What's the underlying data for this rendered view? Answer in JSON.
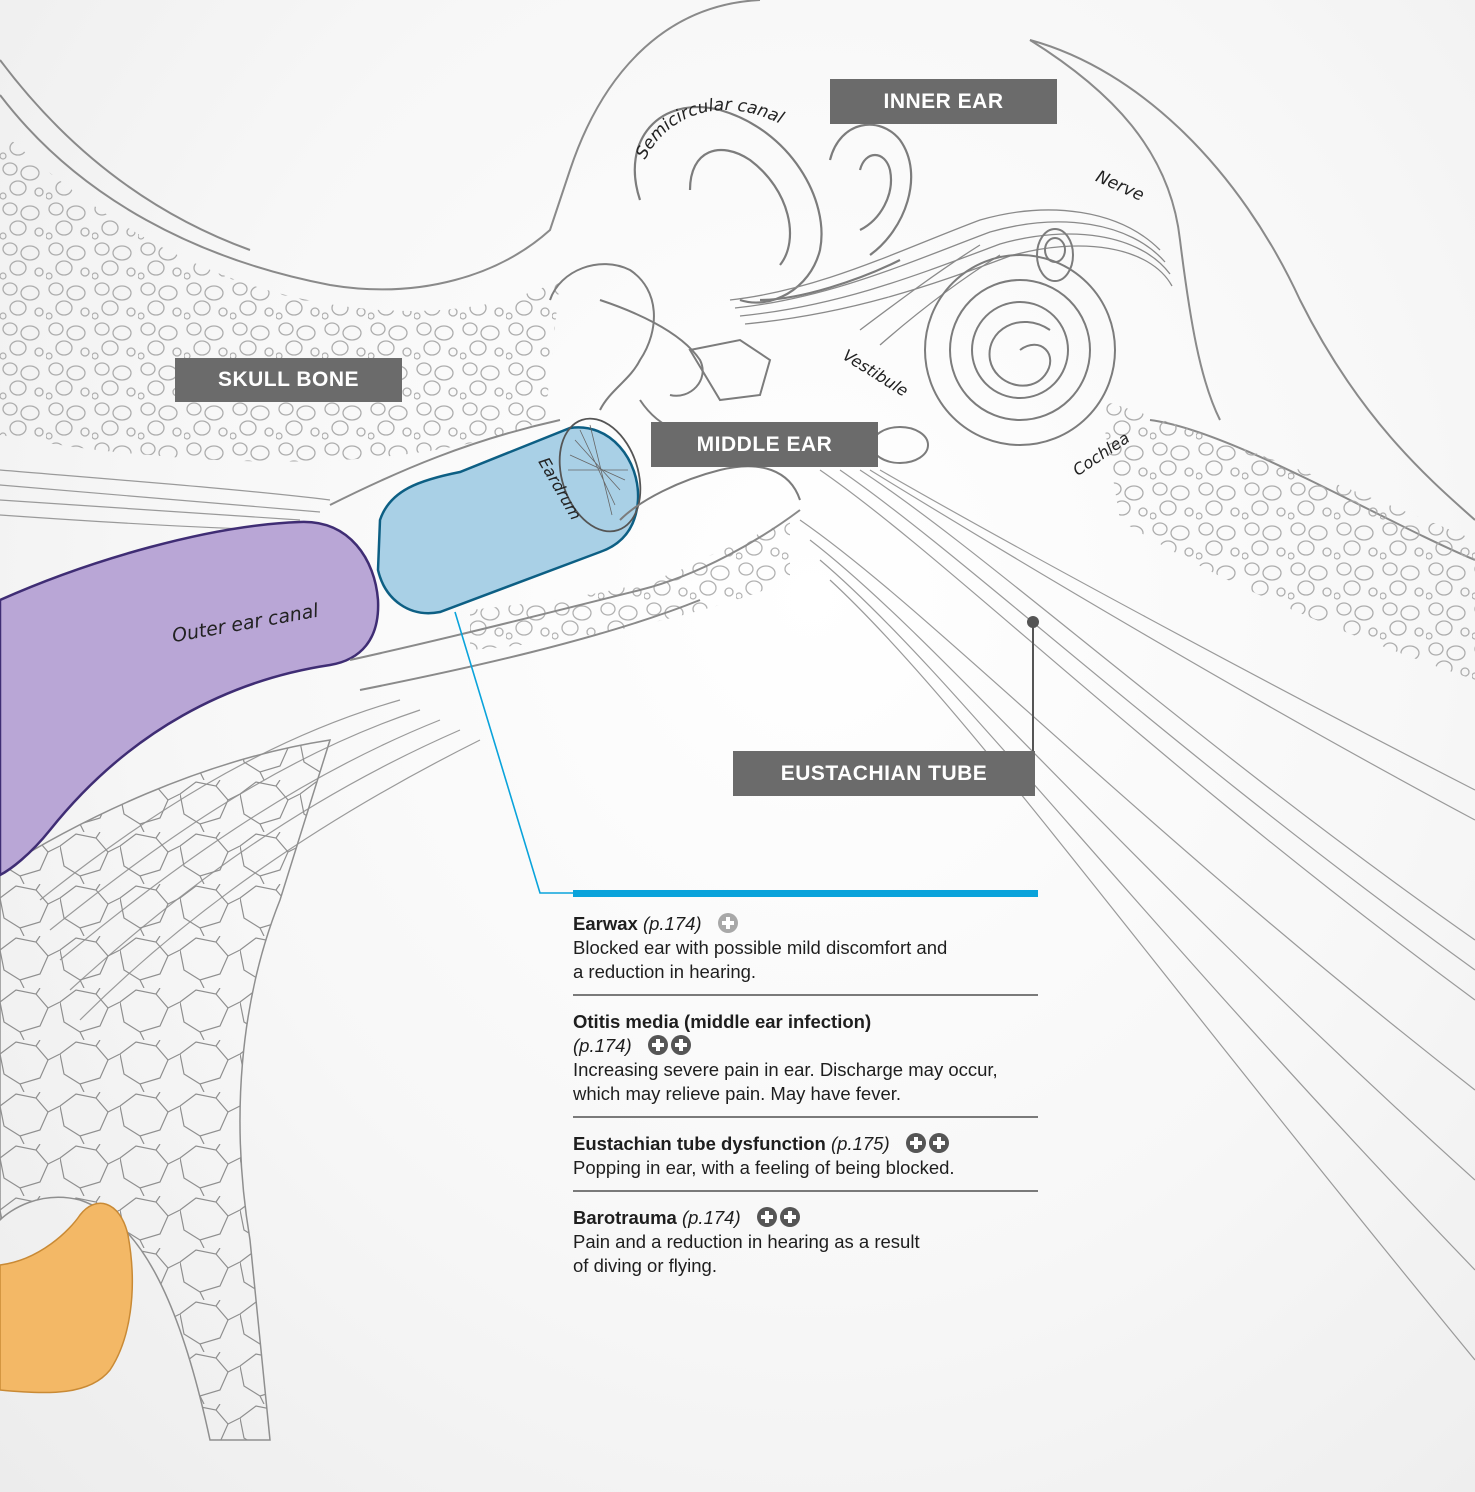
{
  "labels": {
    "inner_ear": "INNER EAR",
    "skull_bone": "SKULL BONE",
    "middle_ear": "MIDDLE EAR",
    "eustachian_tube": "EUSTACHIAN TUBE"
  },
  "anatomy": {
    "semicircular_canal": "Semicircular canal",
    "nerve": "Nerve",
    "vestibule": "Vestibule",
    "cochlea": "Cochlea",
    "eardrum": "Eardrum",
    "outer_ear_canal": "Outer ear canal"
  },
  "conditions": [
    {
      "name": "Earwax",
      "ref": "(p.174)",
      "severity": 1,
      "severity_icon": "light-plus-icon",
      "desc1": "Blocked ear with possible mild discomfort and",
      "desc2": "a reduction in hearing."
    },
    {
      "name": "Otitis media (middle ear infection)",
      "ref": "(p.174)",
      "severity": 2,
      "severity_icon": "plus-icon",
      "desc1": "Increasing severe pain in ear. Discharge may occur,",
      "desc2": "which may relieve pain. May have fever."
    },
    {
      "name": "Eustachian tube dysfunction",
      "ref": "(p.175)",
      "severity": 2,
      "severity_icon": "plus-icon",
      "desc1": "Popping in ear, with a feeling of being blocked."
    },
    {
      "name": "Barotrauma",
      "ref": "(p.174)",
      "severity": 2,
      "severity_icon": "plus-icon",
      "desc1": "Pain and a reduction in hearing as a result",
      "desc2": "of diving or flying."
    }
  ],
  "colors": {
    "outer_ear_canal": "#b9a6d6",
    "eardrum": "#a9d0e6",
    "earlobe": "#f3b866",
    "accent_line": "#0aa3db",
    "label_box": "#6b6b6b"
  }
}
